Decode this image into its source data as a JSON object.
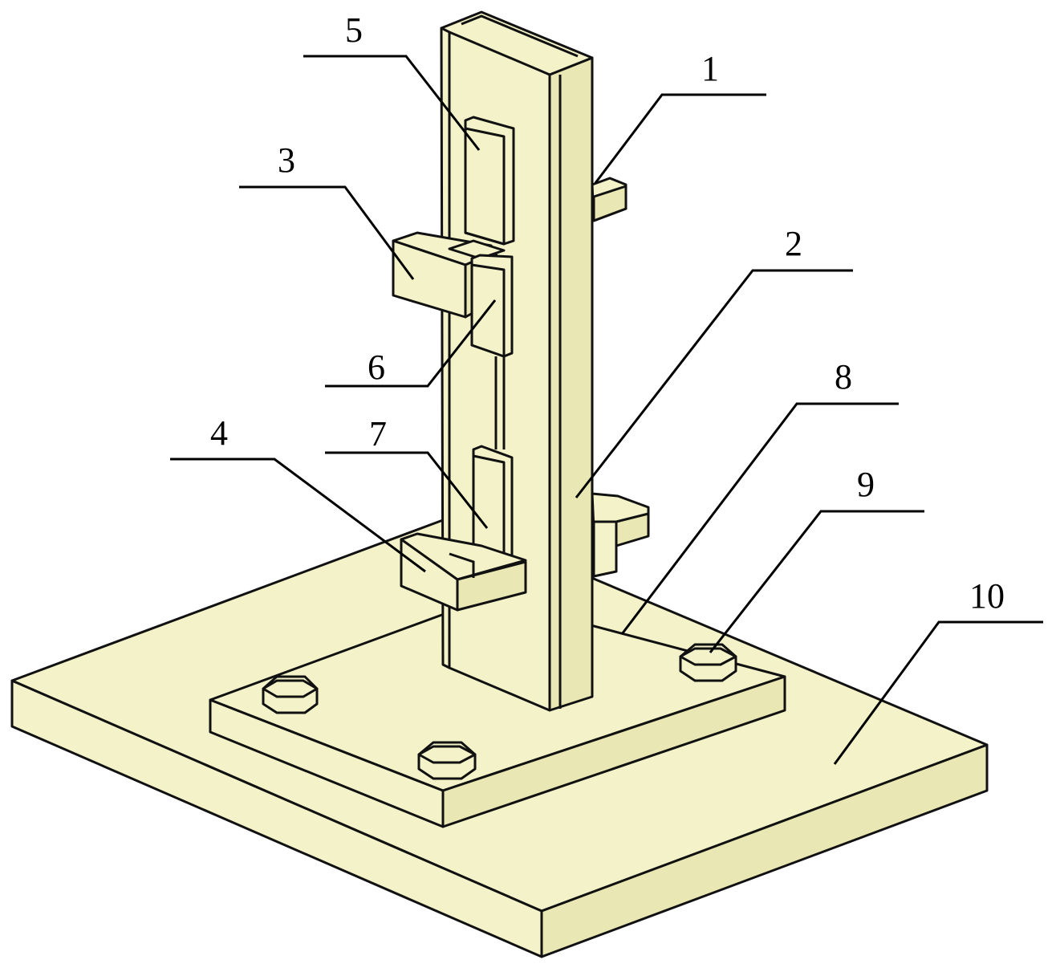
{
  "labels": {
    "l1": "1",
    "l2": "2",
    "l3": "3",
    "l4": "4",
    "l5": "5",
    "l6": "6",
    "l7": "7",
    "l8": "8",
    "l9": "9",
    "l10": "10"
  },
  "colors": {
    "part_fill": "#f3f2c9",
    "part_fill_dark": "#e9e8b4",
    "stroke": "#111111"
  }
}
